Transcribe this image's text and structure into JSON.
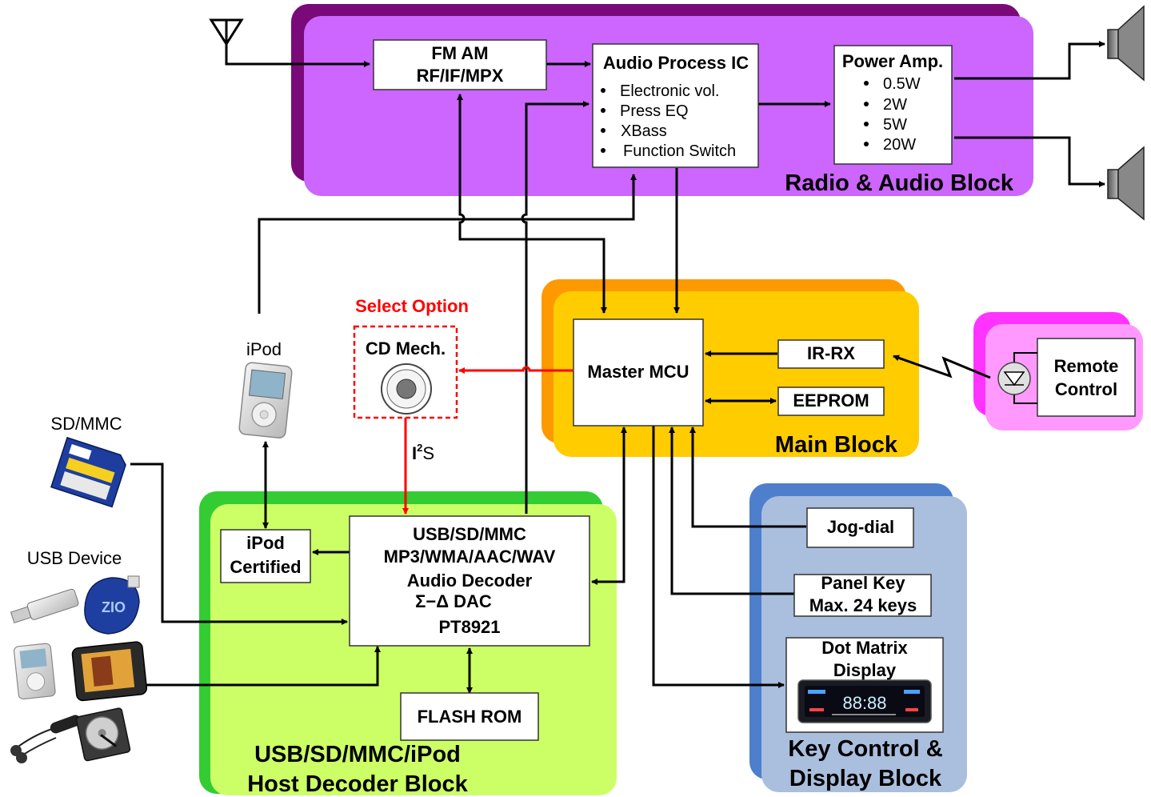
{
  "blocks": {
    "radio_audio": "Radio & Audio Block",
    "main": "Main Block",
    "host_decoder_line1": "USB/SD/MMC/iPod",
    "host_decoder_line2": "Host Decoder Block",
    "key_display_line1": "Key Control &",
    "key_display_line2": "Display Block"
  },
  "components": {
    "fm_am_line1": "FM AM",
    "fm_am_line2": "RF/IF/MPX",
    "audio_process_title": "Audio Process IC",
    "audio_process_items": [
      "Electronic vol.",
      "Press EQ",
      "XBass",
      "Function Switch"
    ],
    "power_amp_title": "Power Amp.",
    "power_amp_items": [
      "0.5W",
      "2W",
      "5W",
      "20W"
    ],
    "master_mcu": "Master MCU",
    "ir_rx": "IR-RX",
    "eeprom": "EEPROM",
    "remote_line1": "Remote",
    "remote_line2": "Control",
    "cd_mech": "CD Mech.",
    "select_option": "Select Option",
    "i2s_main": "I",
    "i2s_sup": "2",
    "i2s_tail": "S",
    "ipod_certified_line1": "iPod",
    "ipod_certified_line2": "Certified",
    "decoder_lines": [
      "USB/SD/MMC",
      "MP3/WMA/AAC/WAV",
      "Audio Decoder",
      "Σ−Δ DAC",
      "PT8921"
    ],
    "flash_rom": "FLASH ROM",
    "jog_dial": "Jog-dial",
    "panel_key_line1": "Panel Key",
    "panel_key_line2": "Max. 24 keys",
    "dot_matrix_line1": "Dot Matrix",
    "dot_matrix_line2": "Display"
  },
  "devices": {
    "ipod": "iPod",
    "sd_mmc": "SD/MMC",
    "usb_device": "USB Device"
  },
  "colors": {
    "radio_block": "#cc66ff",
    "radio_block_shadow": "#7a0a7a",
    "main_block": "#ffcc00",
    "main_block_shadow": "#ff9900",
    "decoder_block": "#ccff66",
    "decoder_block_shadow": "#33cc33",
    "key_block": "#aabedd",
    "key_block_shadow": "#4d7fcc",
    "remote_block": "#ff99ff",
    "remote_block_shadow": "#ff33ff",
    "select_option": "#ff0000"
  }
}
